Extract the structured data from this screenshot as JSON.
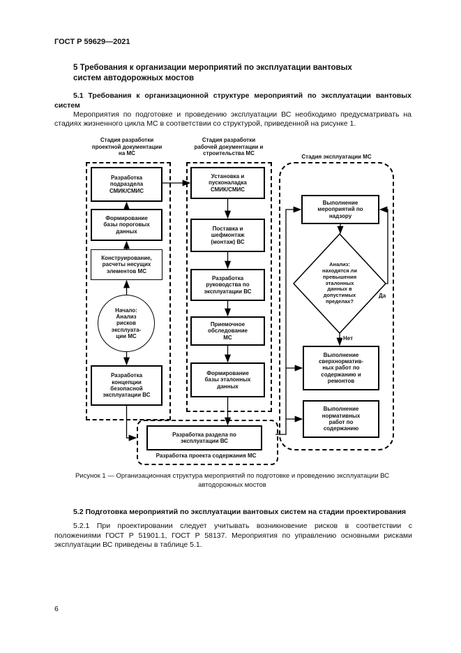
{
  "doc": {
    "header": "ГОСТ Р 59629—2021",
    "page_number": "6"
  },
  "sec": {
    "h5": "5 Требования к организации мероприятий по эксплуатации вантовых систем автодорожных мостов",
    "h51": "5.1 Требования к организационной структуре мероприятий по эксплуатации вантовых систем",
    "p51": "Мероприятия по подготовке и проведению эксплуатации ВС необходимо предусматривать на стадиях жизненного цикла МС в соответствии со структурой, приведенной на рисунке 1.",
    "h52": "5.2 Подготовка мероприятий по эксплуатации вантовых систем на стадии проектирования",
    "p521": "5.2.1 При проектировании следует учитывать возникновение рисков в соответствии с положениями ГОСТ Р 51901.1, ГОСТ Р 58137. Мероприятия по управлению основными рисками эксплуатации ВС приведены в таблице 5.1."
  },
  "fig": {
    "caption": "Рисунок 1 — Организационная структура мероприятий по подготовке и проведению эксплуатации ВС автодорожных мостов",
    "col1": {
      "header": "Стадия разработки\nпроектной документации\nна МС",
      "box1": "Разработка\nподраздела\nСМИК/СМИС",
      "box2": "Формирование\nбазы пороговых\nданных",
      "box3": "Конструирование,\nрасчеты несущих\nэлементов МС",
      "start": "Начало:\nАнализ\nрисков\nэксплуата-\nции МС",
      "box4": "Разработка\nконцепции\nбезопасной\nэксплуатации ВС"
    },
    "col2": {
      "header": "Стадия разработки\nрабочей документации и\nстроительства МС",
      "box1": "Установка и\nпусконаладка\nСМИК/СМИС",
      "box2": "Поставка и\nшефмонтаж\n(монтаж) ВС",
      "box3": "Разработка\nруководства по\nэксплуатации ВС",
      "box4": "Приемочное\nобследование\nМС",
      "box5": "Формирование\nбазы эталонных\nданных"
    },
    "col3": {
      "header": "Стадия эксплуатации МС",
      "box1": "Выполнение\nмероприятий по\nнадзору",
      "decision": "Анализ:\nнаходятся ли\nпревышения\nэталонных\nданных в\nдопустимых\nпределах?",
      "yes": "Да",
      "no": "Нет",
      "box2": "Выполнение\nсверхнорматив-\nных работ по\nсодержанию и\nремонтов",
      "box3": "Выполнение\nнормативных\nработ по\nсодержанию"
    },
    "bottom": {
      "box": "Разработка раздела по\nэксплуатации ВС",
      "label": "Разработка проекта содержания МС"
    }
  }
}
